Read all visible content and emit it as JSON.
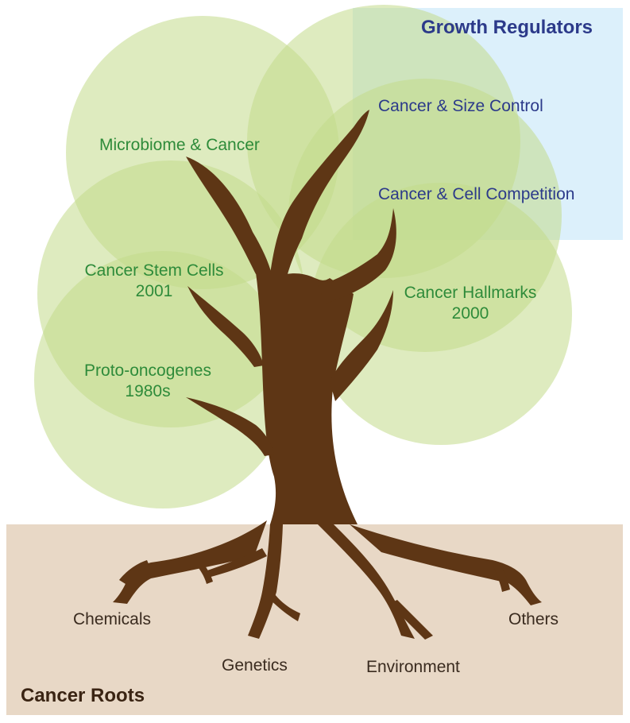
{
  "colors": {
    "canopy": "#c3db8a",
    "regulator_box": "#dcf0fb",
    "soil": "#e8d8c6",
    "trunk": "#5e3615",
    "branch_text": "#2e8b3a",
    "regulator_text": "#2c3a8a",
    "root_text": "#3a2b1f"
  },
  "regulators": {
    "title": "Growth Regulators",
    "items": [
      "Cancer & Size Control",
      "Cancer & Cell Competition"
    ]
  },
  "branches": [
    {
      "name": "Microbiome & Cancer",
      "year": ""
    },
    {
      "name": "Cancer Stem Cells",
      "year": "2001"
    },
    {
      "name": "Proto-oncogenes",
      "year": "1980s"
    },
    {
      "name": "Cancer Hallmarks",
      "year": "2000"
    }
  ],
  "roots": {
    "title": "Cancer Roots",
    "items": [
      "Chemicals",
      "Genetics",
      "Environment",
      "Others"
    ]
  }
}
